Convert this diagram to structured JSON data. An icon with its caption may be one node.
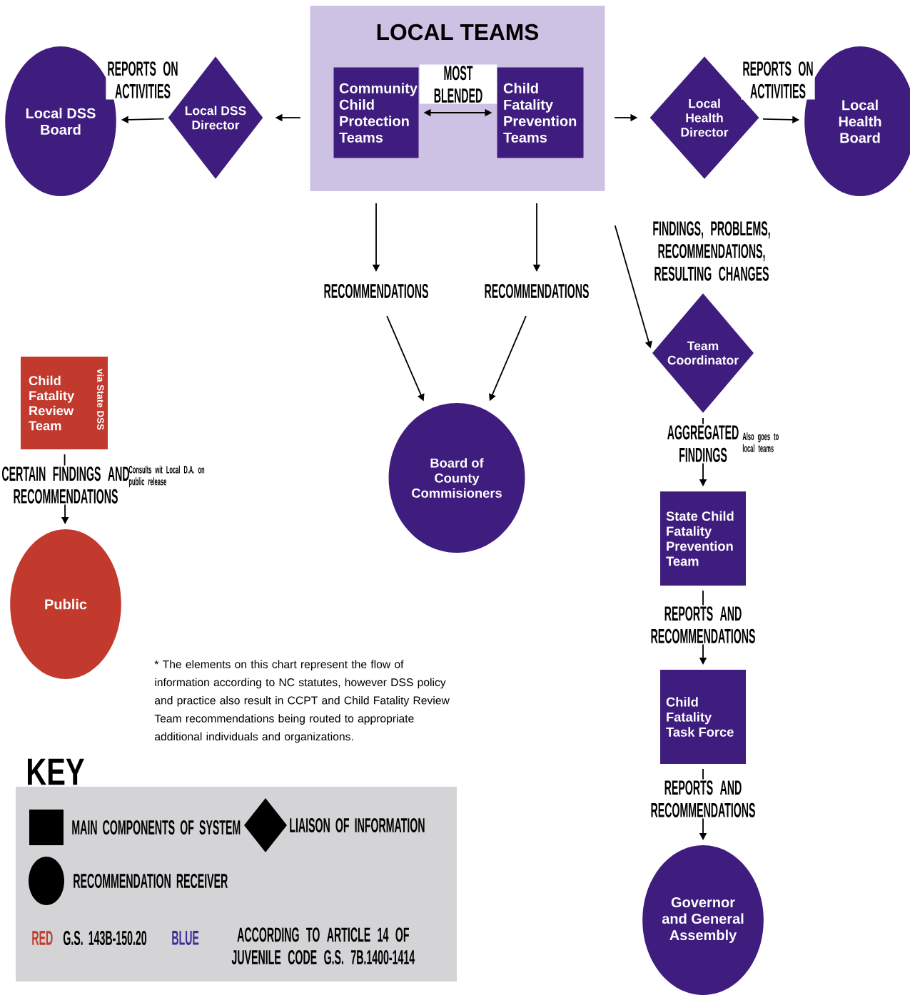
{
  "diagram": {
    "nodes": [
      {
        "text": [
          "LOCAL TEAMS"
        ]
      },
      {
        "text": [
          "Community Child Protection Teams"
        ],
        "in": 0
      },
      {
        "text": [
          "Child Fatality Prevention Teams"
        ],
        "in": 0
      },
      {
        "text": [
          "Local DSS Director"
        ]
      },
      {
        "text": [
          "Local DSS Board"
        ]
      },
      {
        "text": [
          "Local Health Director"
        ]
      },
      {
        "text": [
          "Local Health Board"
        ]
      },
      {
        "text": [
          "RECOMMENDATIONS"
        ]
      },
      {
        "text": [
          "RECOMMENDATIONS"
        ]
      },
      {
        "text": [
          "Board of County Commisioners"
        ]
      },
      {
        "text": [
          "Team Coordinator"
        ]
      },
      {
        "text": [
          "State Child Fatality Prevention Team"
        ]
      },
      {
        "text": [
          "Child Fatality Task Force"
        ]
      },
      {
        "text": [
          "Governor and General Assembly"
        ]
      },
      {
        "text": [
          "Child Fatality Review Team",
          "via State DSS"
        ]
      },
      {
        "text": [
          "Public"
        ]
      }
    ],
    "edges": [
      {
        "from": 0,
        "to": 3,
        "arrow": "to"
      },
      {
        "from": 3,
        "to": 4,
        "arrow": "to",
        "label": "REPORTS ON ACTIVITIES"
      },
      {
        "from": 1,
        "to": 2,
        "arrow": "both",
        "label": "MOST BLENDED"
      },
      {
        "from": 0,
        "to": 5,
        "arrow": "to"
      },
      {
        "from": 5,
        "to": 6,
        "arrow": "to",
        "label": "REPORTS ON ACTIVITIES"
      },
      {
        "from": 0,
        "to": 7,
        "arrow": "to"
      },
      {
        "from": 0,
        "to": 8,
        "arrow": "to"
      },
      {
        "from": 7,
        "to": 9,
        "arrow": "to"
      },
      {
        "from": 8,
        "to": 9,
        "arrow": "to"
      },
      {
        "from": 0,
        "to": 10,
        "arrow": "to",
        "label": "FINDINGS, PROBLEMS, RECOMMENDATIONS, RESULTING CHANGES"
      },
      {
        "from": 10,
        "to": 11,
        "arrow": "to",
        "label": "AGGREGATED FINDINGS"
      },
      {
        "from": 11,
        "to": 12,
        "arrow": "to",
        "label": "REPORTS AND RECOMMENDATIONS"
      },
      {
        "from": 12,
        "to": 13,
        "arrow": "to",
        "label": "REPORTS AND RECOMMENDATIONS"
      },
      {
        "from": 14,
        "to": 15,
        "arrow": "to",
        "label": "CERTAIN FINDINGS AND RECOMMENDATIONS"
      }
    ],
    "labels": [
      "Also goes to local teams",
      "Consults wit Local D.A. on public release",
      "* The elements on this chart represent the flow of information according to NC statutes, however DSS policy and practice also result in CCPT and Child Fatality Review Team recommendations being routed to appropriate additional individuals and organizations.",
      "KEY",
      "RED",
      "BLUE"
    ],
    "legend": [
      {
        "text": "MAIN COMPONENTS OF SYSTEM"
      },
      {
        "text": "LIAISON OF INFORMATION"
      },
      {
        "text": "RECOMMENDATION RECEIVER"
      },
      {
        "text": "G.S. 143B-150.20",
        "color": "#c23a2e"
      },
      {
        "text": "ACCORDING TO ARTICLE 14 OF JUVENILE CODE G.S. 7B.1400-1414",
        "color": "#3f2a96"
      }
    ]
  }
}
